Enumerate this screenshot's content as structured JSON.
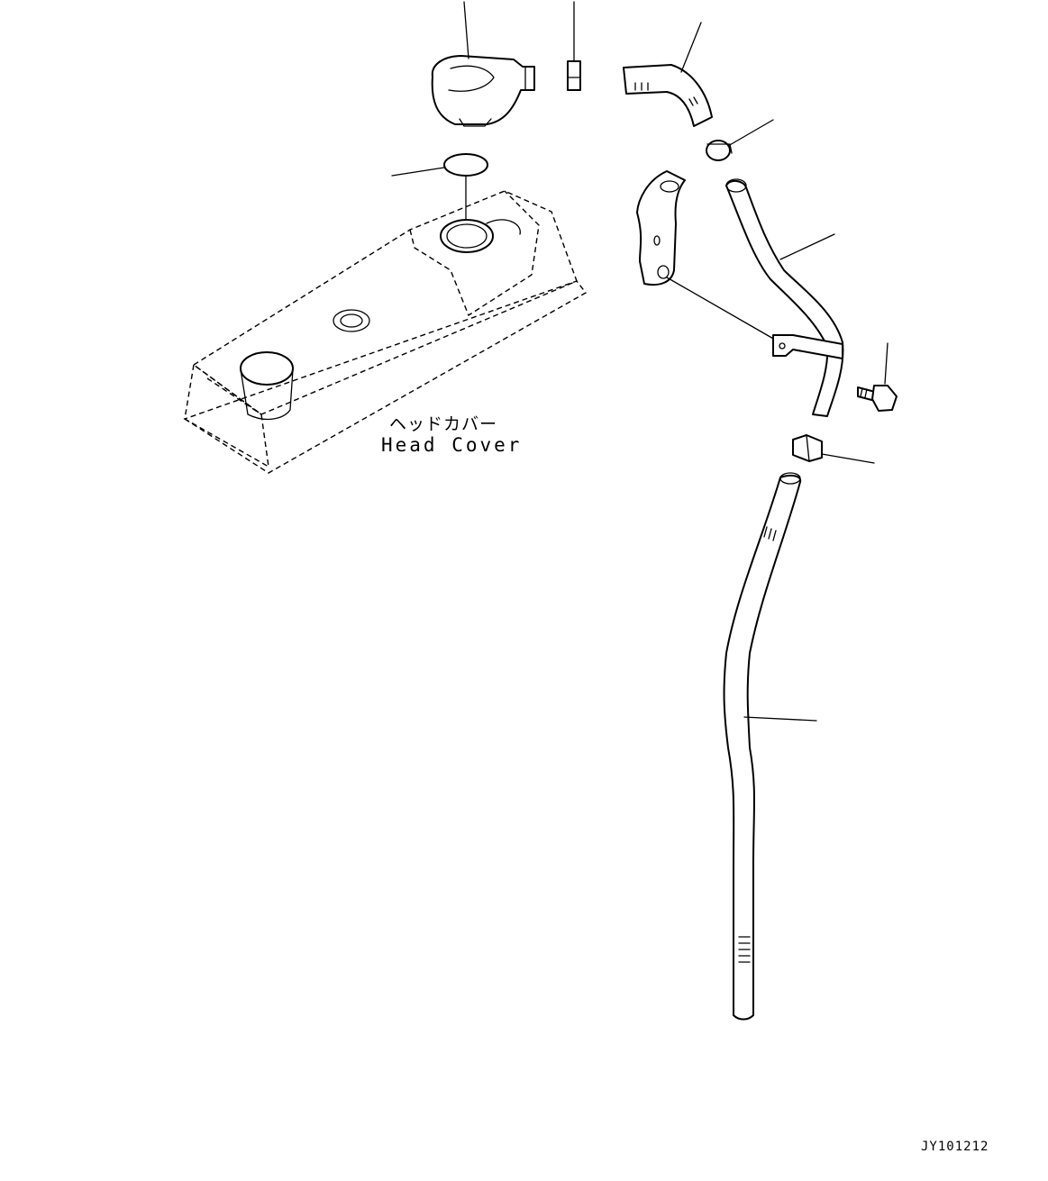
{
  "labels": {
    "head_cover_jp": "ヘッドカバー",
    "head_cover_en": "Head Cover",
    "drawing_id": "JY101212"
  }
}
